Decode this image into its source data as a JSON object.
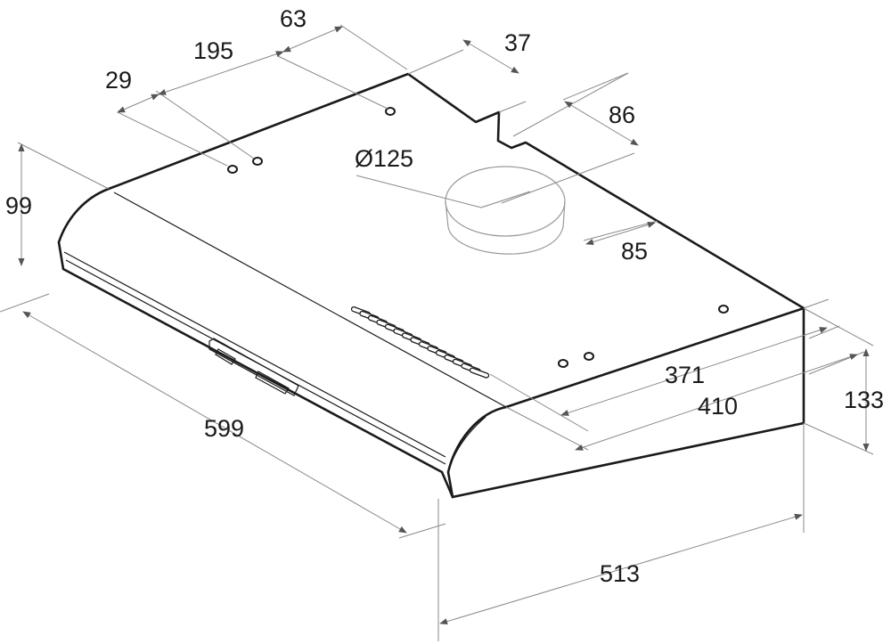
{
  "dimensions": {
    "hole_offset_29": "29",
    "hole_spacing_195": "195",
    "hole_offset_63": "63",
    "notch_37": "37",
    "outlet_offset_86": "86",
    "outlet_diameter": "Ø125",
    "outlet_offset_85": "85",
    "height_front": "99",
    "width": "599",
    "depth_371": "371",
    "depth_410": "410",
    "height_rear": "133",
    "depth_513": "513"
  }
}
